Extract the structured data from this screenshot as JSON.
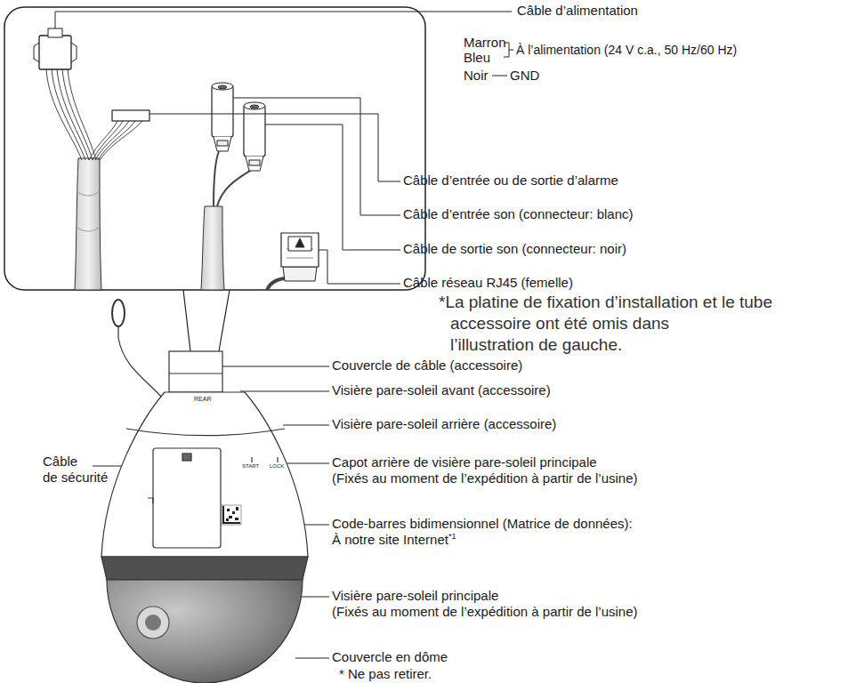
{
  "diagram": {
    "labels": [
      "Câble d’alimentation",
      "Marron",
      "Bleu",
      "À l’alimentation (24 V c.a., 50 Hz/60 Hz)",
      "Noir",
      "GND",
      "Câble d’entrée ou de sortie d’alarme",
      "Câble d’entrée son (connecteur: blanc)",
      "Câble de sortie son (connecteur: noir)",
      "Câble réseau RJ45 (femelle)",
      "*La platine de fixation d’installation et le tube accessoire ont été omis dans l’illustration de gauche.",
      "REAR",
      "Couvercle de câble (accessoire)",
      "Visière pare-soleil avant (accessoire)",
      "Visière pare-soleil arrière (accessoire)",
      "Câble de sécurité",
      "START",
      "LOCK",
      "Capot arrière de visière pare-soleil principale (Fixés au moment de l’expédition à partir de l’usine)",
      "Code-barres bidimensionnel (Matrice de données): À notre site Internet",
      "*1",
      "Visière pare-soleil principale (Fixés au moment de l’expédition à partir de l’usine)",
      "Couvercle en dôme",
      "* Ne pas retirer."
    ]
  }
}
